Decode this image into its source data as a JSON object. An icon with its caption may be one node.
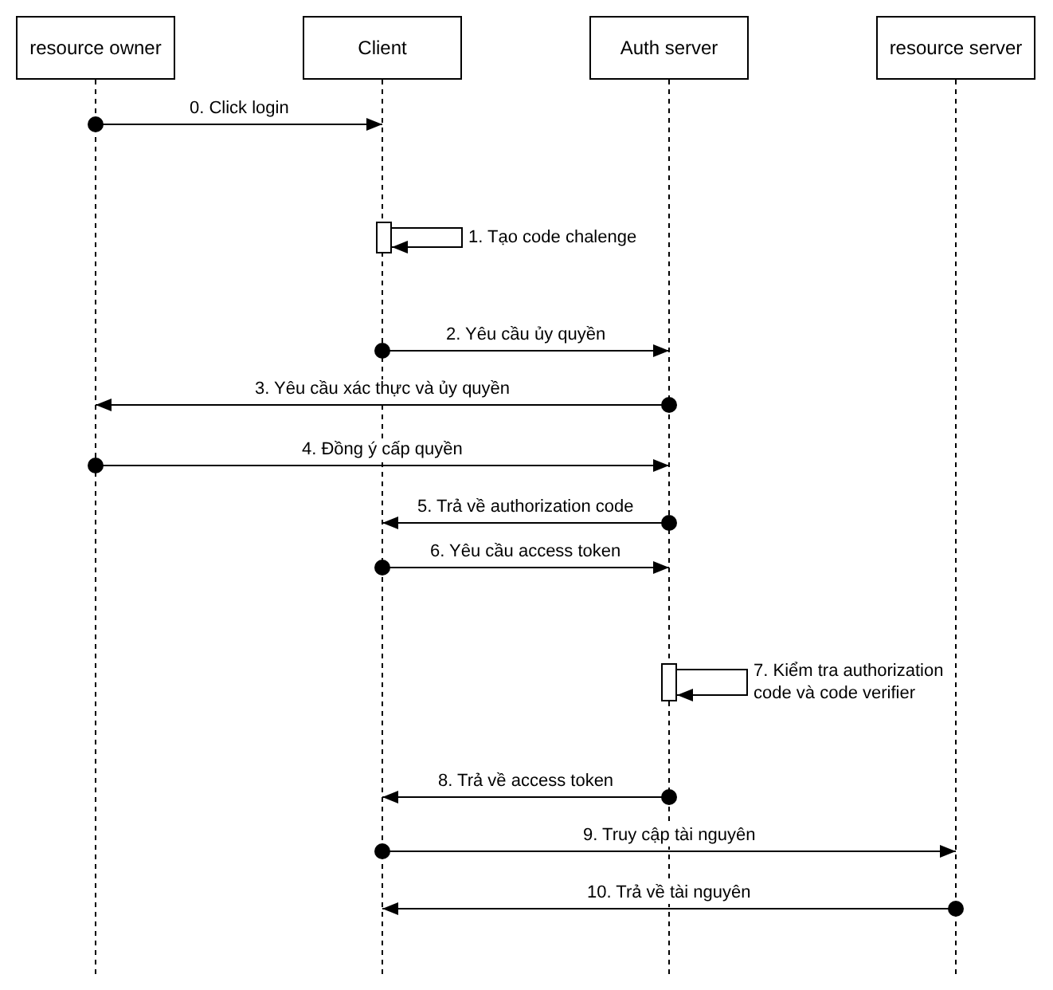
{
  "diagram": {
    "nodes": [
      {
        "text": [
          "resource owner"
        ]
      },
      {
        "text": [
          "Client"
        ]
      },
      {
        "text": [
          "Auth server"
        ]
      },
      {
        "text": [
          "resource server"
        ]
      },
      {
        "text": [],
        "shape": "bar",
        "in": 1
      },
      {
        "text": [],
        "shape": "bar",
        "in": 2
      }
    ],
    "edges": [
      {
        "from": 0,
        "to": 1,
        "arrow": "to",
        "label": "0. Click login"
      },
      {
        "from": 4,
        "to": 4,
        "arrow": "to",
        "label": "1. Tạo code chalenge"
      },
      {
        "from": 1,
        "to": 2,
        "arrow": "to",
        "label": "2. Yêu cầu ủy quyền"
      },
      {
        "from": 2,
        "to": 0,
        "arrow": "to",
        "label": "3. Yêu cầu xác thực và ủy quyền"
      },
      {
        "from": 0,
        "to": 2,
        "arrow": "to",
        "label": "4. Đồng ý cấp quyền"
      },
      {
        "from": 2,
        "to": 1,
        "arrow": "to",
        "label": "5. Trả về authorization code"
      },
      {
        "from": 1,
        "to": 2,
        "arrow": "to",
        "label": "6. Yêu cầu access token"
      },
      {
        "from": 5,
        "to": 5,
        "arrow": "to",
        "label": "7. Kiểm tra authorization code và code verifier"
      },
      {
        "from": 2,
        "to": 1,
        "arrow": "to",
        "label": "8. Trả về access token"
      },
      {
        "from": 1,
        "to": 3,
        "arrow": "to",
        "label": "9. Truy cập tài nguyên"
      },
      {
        "from": 3,
        "to": 1,
        "arrow": "to",
        "label": "10. Trả về tài nguyên"
      }
    ]
  }
}
